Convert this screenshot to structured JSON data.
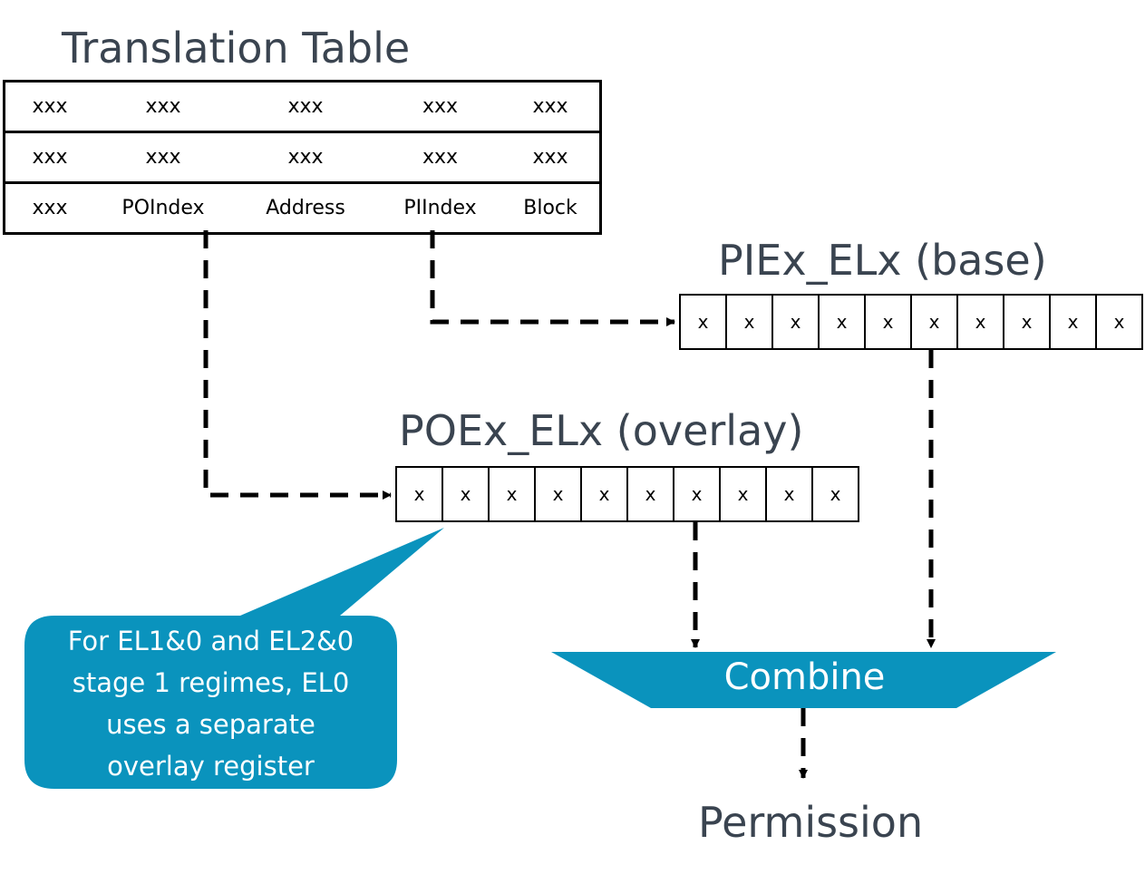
{
  "translation_table": {
    "title": "Translation Table",
    "rows": [
      [
        "xxx",
        "xxx",
        "xxx",
        "xxx",
        "xxx"
      ],
      [
        "xxx",
        "xxx",
        "xxx",
        "xxx",
        "xxx"
      ],
      [
        "xxx",
        "POIndex",
        "Address",
        "PIIndex",
        "Block"
      ]
    ]
  },
  "pie_register": {
    "title": "PIEx_ELx (base)",
    "cells": [
      "x",
      "x",
      "x",
      "x",
      "x",
      "x",
      "x",
      "x",
      "x",
      "x"
    ]
  },
  "poe_register": {
    "title": "POEx_ELx (overlay)",
    "cells": [
      "x",
      "x",
      "x",
      "x",
      "x",
      "x",
      "x",
      "x",
      "x",
      "x"
    ]
  },
  "callout": {
    "lines": [
      "For EL1&0 and EL2&0",
      "stage 1 regimes, EL0",
      "uses a separate",
      "overlay register"
    ]
  },
  "combine": {
    "label": "Combine"
  },
  "output": {
    "label": "Permission"
  },
  "colors": {
    "accent": "#0a93bd",
    "title_text": "#3a4450",
    "line": "#000000"
  }
}
